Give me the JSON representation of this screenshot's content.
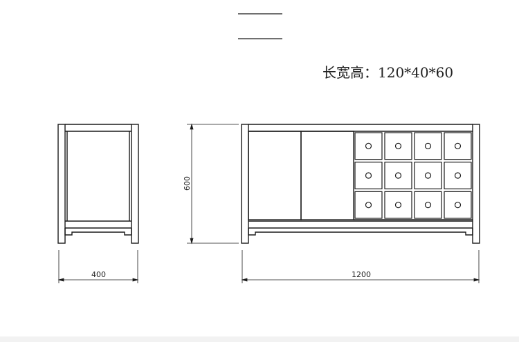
{
  "header": {
    "dimensions_label": "长宽高：120*40*60"
  },
  "dimensions": {
    "depth": "400",
    "width": "1200",
    "height": "600"
  },
  "cabinet": {
    "drawer_rows": 3,
    "drawer_cols": 4
  },
  "colors": {
    "line": "#1a1a1a",
    "background": "#ffffff"
  }
}
